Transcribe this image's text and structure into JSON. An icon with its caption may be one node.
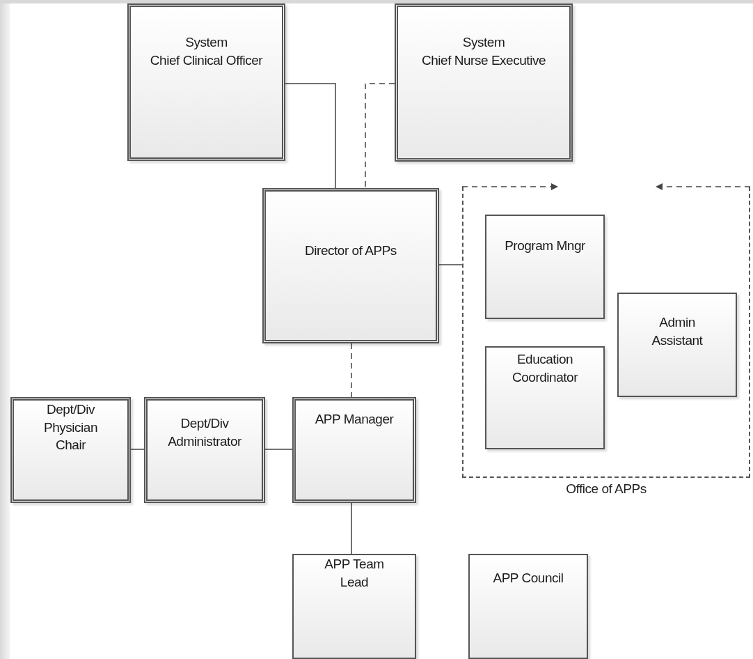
{
  "diagram": {
    "nodes": [
      {
        "text": [
          "System",
          "Chief Clinical Officer"
        ]
      },
      {
        "text": [
          "System",
          "Chief Nurse Executive"
        ]
      },
      {
        "text": [
          "Director of APPs"
        ]
      },
      {
        "text": [
          "Office of APPs"
        ]
      },
      {
        "text": [
          "Program Mngr"
        ],
        "in": 3
      },
      {
        "text": [
          "Education Coordinator"
        ],
        "in": 3
      },
      {
        "text": [
          "Admin Assistant"
        ],
        "in": 3
      },
      {
        "text": [
          "Dept/Div Physician Chair"
        ]
      },
      {
        "text": [
          "Dept/Div Administrator"
        ]
      },
      {
        "text": [
          "APP Manager"
        ]
      },
      {
        "text": [
          "APP Team Lead"
        ]
      },
      {
        "text": [
          "APP Council"
        ]
      }
    ],
    "edges": [
      {
        "from": 0,
        "to": 2,
        "arrow": "none"
      },
      {
        "from": 1,
        "to": 2,
        "arrow": "none",
        "style": "dashed"
      },
      {
        "from": 2,
        "to": 3,
        "arrow": "none"
      },
      {
        "from": 2,
        "to": 9,
        "arrow": "none",
        "style": "dashed"
      },
      {
        "from": 8,
        "to": 9,
        "arrow": "none"
      },
      {
        "from": 7,
        "to": 8,
        "arrow": "none"
      },
      {
        "from": 9,
        "to": 10,
        "arrow": "none"
      }
    ]
  }
}
